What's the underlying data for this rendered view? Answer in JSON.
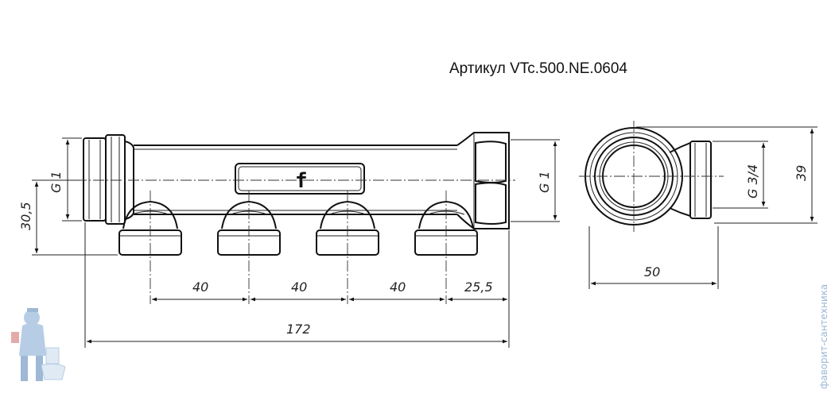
{
  "title": "Артикул VTc.500.NE.0604",
  "dimensions": {
    "left_thread": "G 1",
    "right_thread": "G 1",
    "height_offset": "30,5",
    "pitch_1": "40",
    "pitch_2": "40",
    "pitch_3": "40",
    "end_offset": "25,5",
    "total_length": "172",
    "side_width": "50",
    "side_height": "39",
    "outlet_thread": "G 3/4"
  },
  "logo_mark": "f",
  "watermark": "фаворит-сантехника",
  "colors": {
    "lines": "#111111",
    "watermark": "#9bb7d4"
  }
}
